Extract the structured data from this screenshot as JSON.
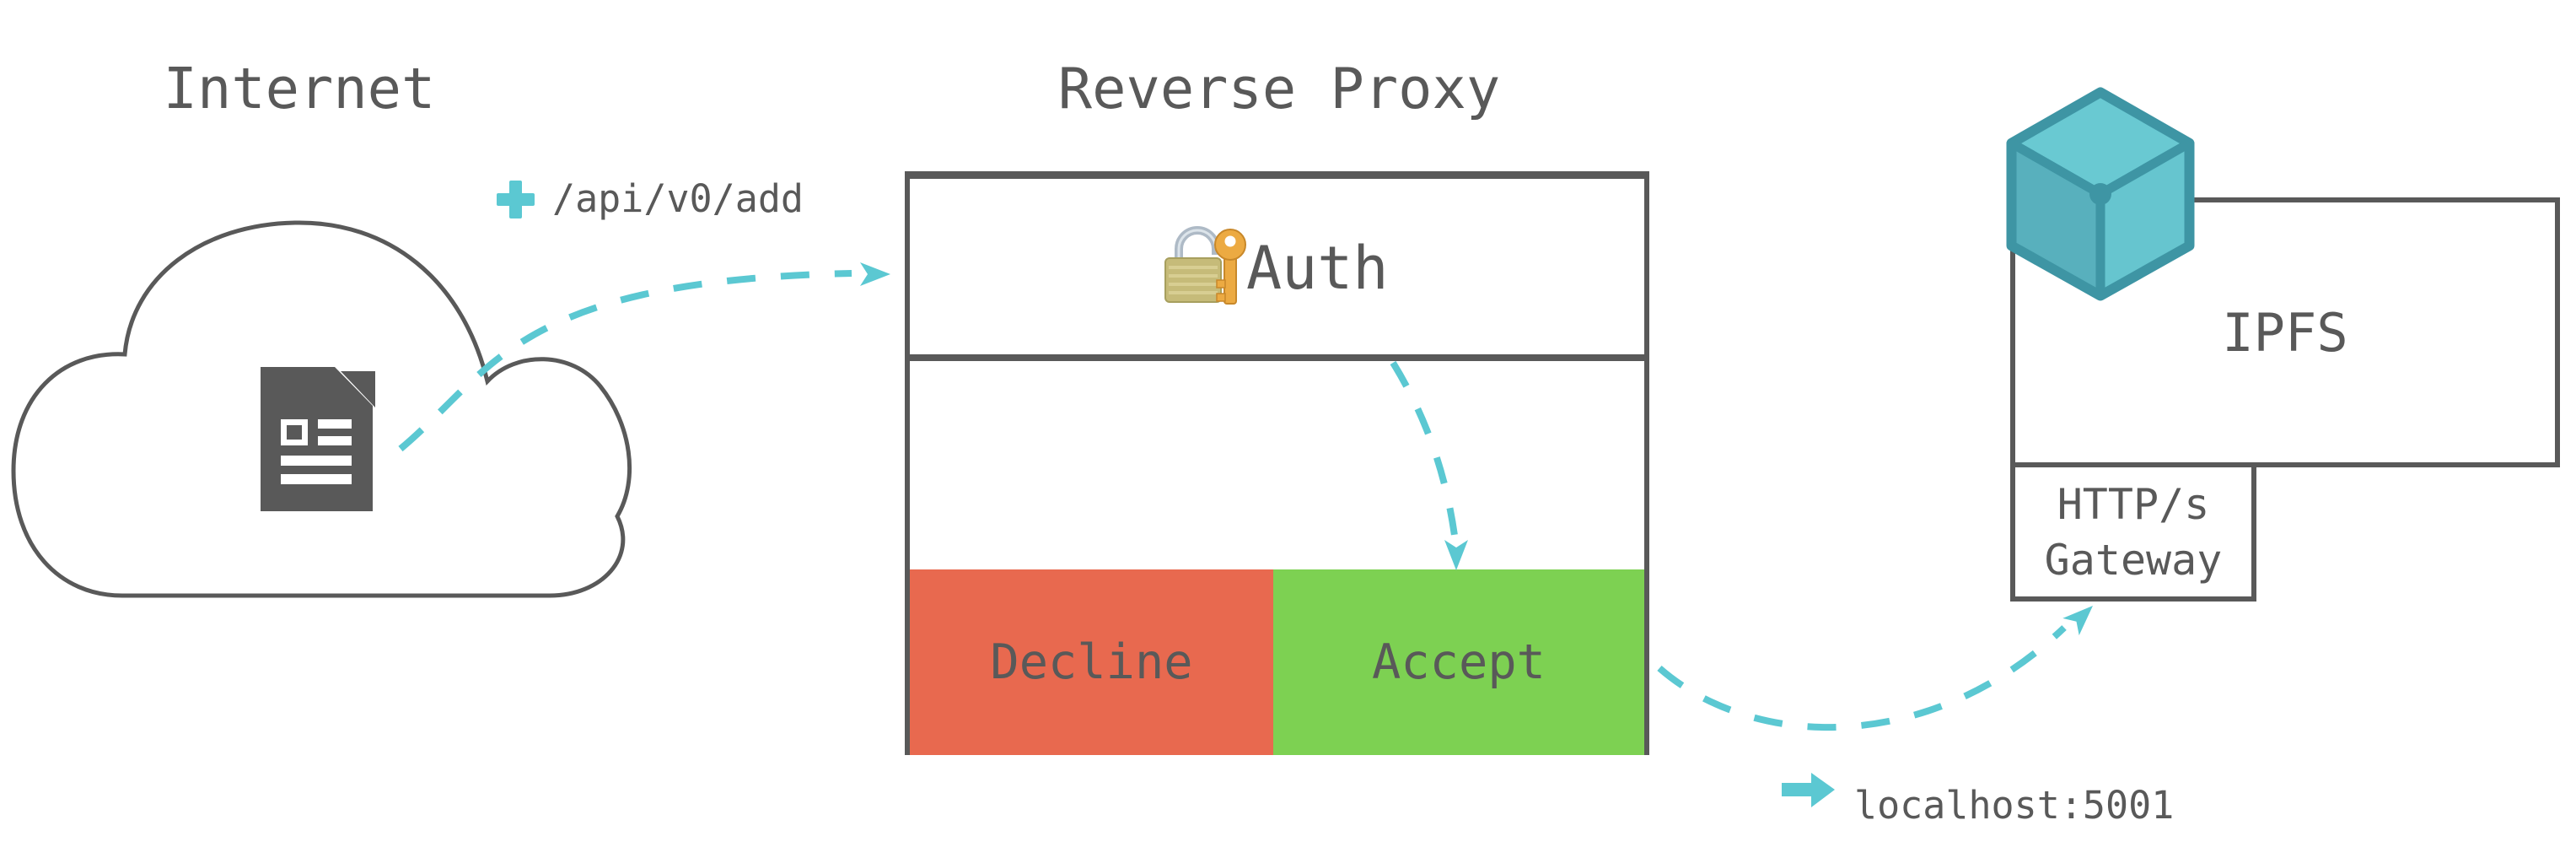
{
  "diagram_title": "Reverse proxy auth flow from Internet to IPFS",
  "colors": {
    "ink_gray": "#595959",
    "arrow_teal": "#5BC8D2",
    "decline_red": "#E8694F",
    "accept_green": "#7DD152",
    "cube_frame_teal": "#3E95A4",
    "cube_top_teal": "#69C9D2",
    "cube_left_teal": "#58B0BD",
    "cube_right_teal": "#66C5CF",
    "lock_body_gold": "#C6BB79",
    "lock_shackle_silver": "#AEBAC6",
    "key_gold": "#ECAA42"
  },
  "internet": {
    "title": "Internet",
    "cloud_icon": "cloud-outline-icon",
    "document_icon": "document-icon"
  },
  "request": {
    "plus_icon": "plus-icon",
    "path": "/api/v0/add"
  },
  "reverse_proxy": {
    "title": "Reverse Proxy",
    "auth_label": "Auth",
    "auth_icon": "lock-with-key-icon",
    "decline_label": "Decline",
    "accept_label": "Accept"
  },
  "ipfs": {
    "label": "IPFS",
    "cube_icon": "ipfs-cube-icon",
    "gateway_line1": "HTTP/s",
    "gateway_line2": "Gateway"
  },
  "endpoint": {
    "arrow_icon": "right-arrow-icon",
    "text": "localhost:5001"
  },
  "arrows": [
    {
      "name": "cloud-to-proxy",
      "style": "dashed",
      "color": "#5BC8D2",
      "from": "internet document",
      "to": "reverse proxy auth section"
    },
    {
      "name": "auth-to-accept",
      "style": "dashed",
      "color": "#5BC8D2",
      "from": "auth section",
      "to": "accept cell"
    },
    {
      "name": "accept-to-gateway",
      "style": "dashed",
      "color": "#5BC8D2",
      "from": "accept cell",
      "to": "http/s gateway box"
    }
  ]
}
